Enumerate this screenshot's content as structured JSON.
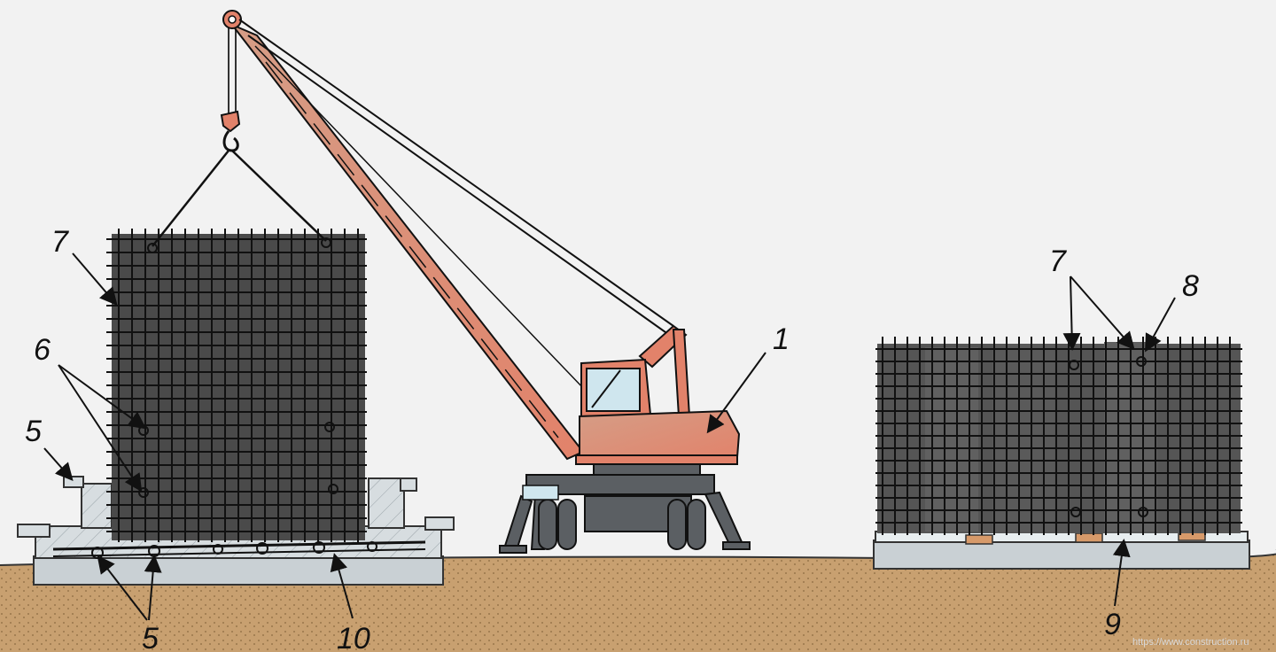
{
  "diagram": {
    "callouts": {
      "crane": "1",
      "formwork_left": "5",
      "bottom_left": "5",
      "lifting_eye_left": "6",
      "mesh_left": "7",
      "mesh_right": "7",
      "lifting_loop_right": "8",
      "support_slab": "9",
      "bottom_bars": "10"
    },
    "watermark": "https://www.construction.ru"
  },
  "colors": {
    "background": "#f2f2f2",
    "soil": "#c8a070",
    "soil_dots": "#8a6a40",
    "mesh_fill": "#4a4a4a",
    "mesh_bar": "#111111",
    "crane_body": "#e0907a",
    "crane_cab": "#cfe6ee",
    "crane_chassis": "#5b5f63",
    "concrete": "#cfd6da",
    "timber": "#d79a6a"
  }
}
